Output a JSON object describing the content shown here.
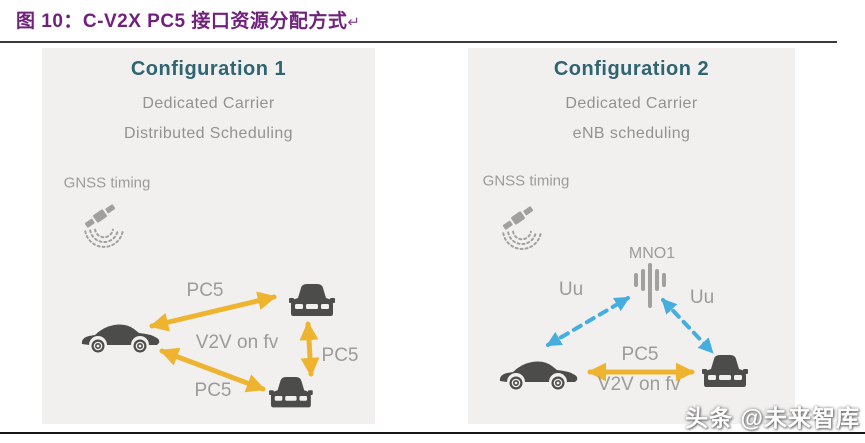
{
  "figure": {
    "title": "图 10：C-V2X PC5 接口资源分配方式",
    "return_mark": "↵",
    "watermark": "头条 @未来智库"
  },
  "panels": {
    "left": {
      "heading": "Configuration 1",
      "sub1": "Dedicated Carrier",
      "sub2": "Distributed Scheduling",
      "gnss_label": "GNSS timing",
      "labels": {
        "pc5_top": "PC5",
        "v2v": "V2V on fv",
        "pc5_right": "PC5",
        "pc5_bottom": "PC5"
      }
    },
    "right": {
      "heading": "Configuration 2",
      "sub1": "Dedicated Carrier",
      "sub2": "eNB scheduling",
      "gnss_label": "GNSS timing",
      "mno_label": "MNO1",
      "labels": {
        "uu_left": "Uu",
        "uu_right": "Uu",
        "pc5": "PC5",
        "v2v": "V2V on fv"
      }
    }
  },
  "colors": {
    "title_purple": "#70217B",
    "heading_teal": "#2F6472",
    "text_gray": "#929290",
    "label_gray": "#9B9B99",
    "yellow": "#EFB42F",
    "blue": "#45AEDE",
    "car_dark": "#4C4C4A",
    "icon_gray": "#A0A09E",
    "panel_bg": "#F1F0EF",
    "line_dark": "#3A3A3A",
    "watermark_white": "#FFFFFF"
  }
}
